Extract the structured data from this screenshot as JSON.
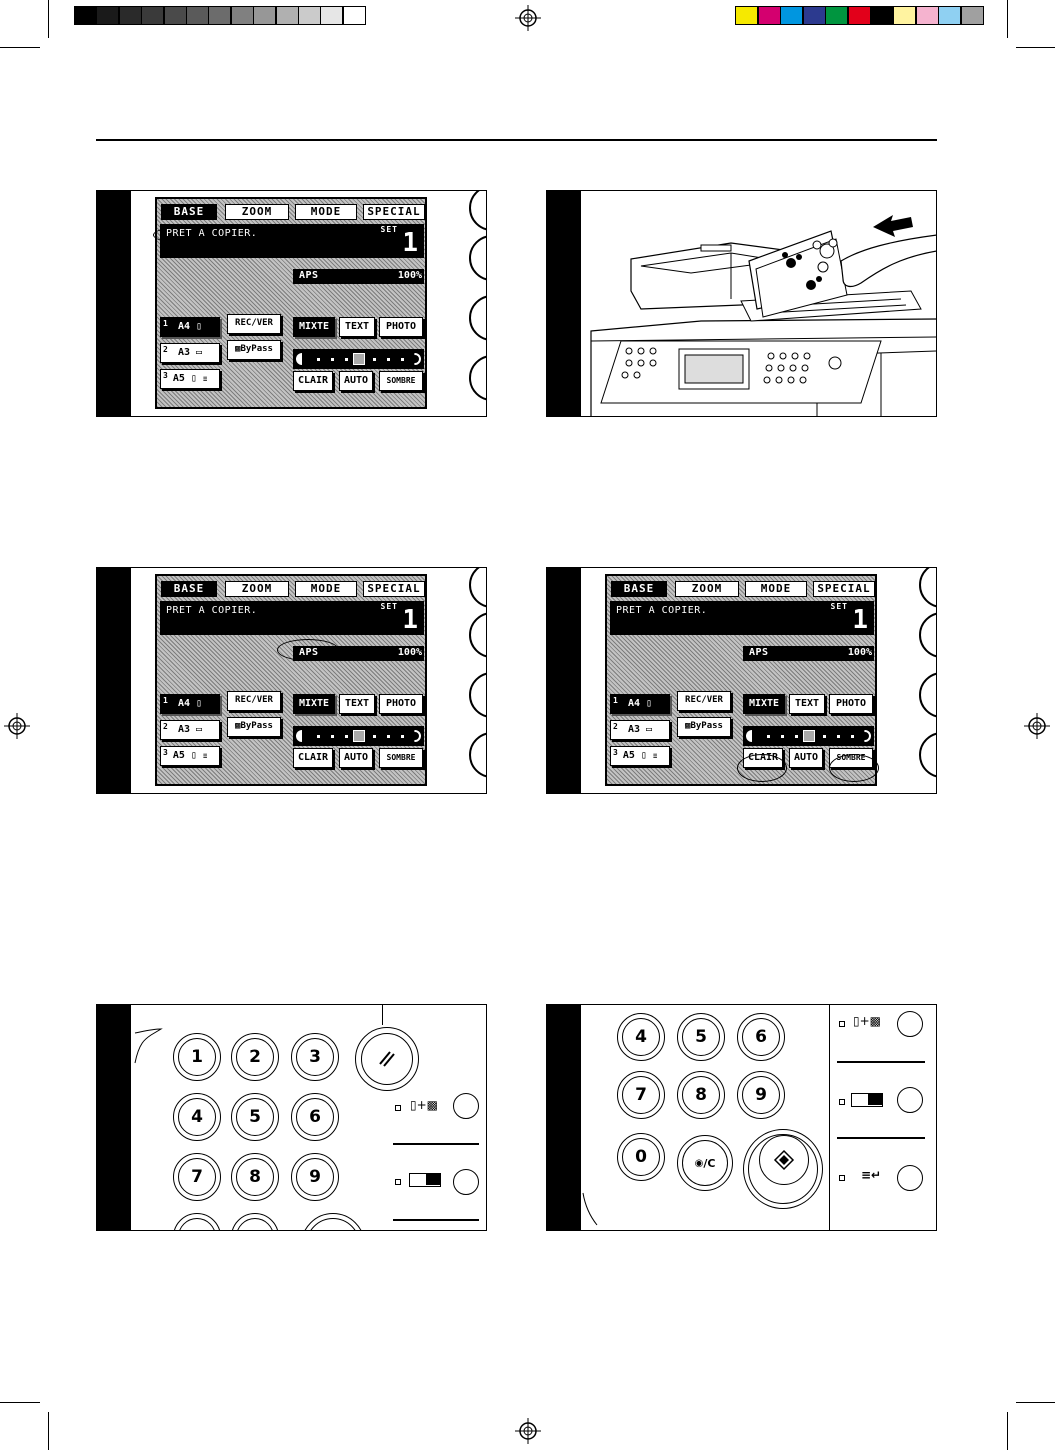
{
  "colors": {
    "gray_scale": [
      "#000000",
      "#1a1a1a",
      "#2a2a2a",
      "#3a3a3a",
      "#4a4a4a",
      "#5a5a5a",
      "#6c6c6c",
      "#808080",
      "#979797",
      "#b0b0b0",
      "#cbcbcb",
      "#e6e6e6",
      "#ffffff"
    ],
    "process": [
      "#f6e900",
      "#d4006f",
      "#0096e0",
      "#2c3a8f",
      "#00953f",
      "#e2001a",
      "#000000",
      "#fff3a0",
      "#f5b3cf",
      "#8fd0f2",
      "#a0a0a0"
    ]
  },
  "screen": {
    "tabs": [
      "BASE",
      "ZOOM",
      "MODE",
      "SPECIAL"
    ],
    "message": "PRET A COPIER.",
    "set_label": "SET",
    "set_value": "1",
    "aps_label": "APS",
    "zoom_value": "100%",
    "paper": [
      {
        "index": "1",
        "label": "A4"
      },
      {
        "index": "2",
        "label": "A3"
      },
      {
        "index": "3",
        "label": "A5"
      }
    ],
    "duplex_label": "REC/VER",
    "bypass_label": "ByPass",
    "mode_buttons": [
      "MIXTE",
      "TEXT",
      "PHOTO"
    ],
    "density_buttons": [
      "CLAIR",
      "AUTO",
      "SOMBRE"
    ]
  },
  "keypad": {
    "keys_a": [
      "1",
      "2",
      "3",
      "4",
      "5",
      "6",
      "7",
      "8",
      "9"
    ],
    "keys_b": [
      "4",
      "5",
      "6",
      "7",
      "8",
      "9",
      "0"
    ],
    "stop_clear_label": "/C"
  },
  "icons": [
    "registration-mark",
    "reset-icon",
    "start-icon",
    "interrupt-icon",
    "energy-saver-icon",
    "ecoprint-icon",
    "document-feeder-arrow-icon"
  ]
}
